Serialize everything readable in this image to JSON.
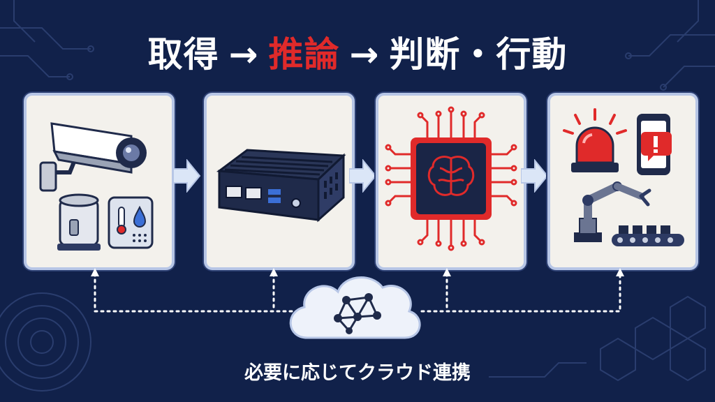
{
  "title": {
    "step1": "取得",
    "arrow1": "→",
    "step2": "推論",
    "arrow2": "→",
    "step3": "判断・行動"
  },
  "caption": "必要に応じてクラウド連携",
  "colors": {
    "background": "#11214a",
    "highlight": "#e02a2a",
    "panel": "#f3f1ec",
    "panel_border": "#b7c6e6",
    "dark_device": "#1f2a4a"
  },
  "panels": [
    {
      "id": "acquire",
      "icons": [
        "security-camera-icon",
        "sensor-cylinder-icon",
        "thermometer-humidity-sensor-icon"
      ]
    },
    {
      "id": "edge-device",
      "icons": [
        "edge-computer-icon"
      ]
    },
    {
      "id": "inference",
      "icons": [
        "ai-chip-brain-icon"
      ]
    },
    {
      "id": "action",
      "icons": [
        "alarm-light-icon",
        "smartphone-alert-icon",
        "robot-arm-icon",
        "conveyor-belt-icon"
      ]
    }
  ],
  "cloud": {
    "icon": "cloud-network-icon"
  }
}
